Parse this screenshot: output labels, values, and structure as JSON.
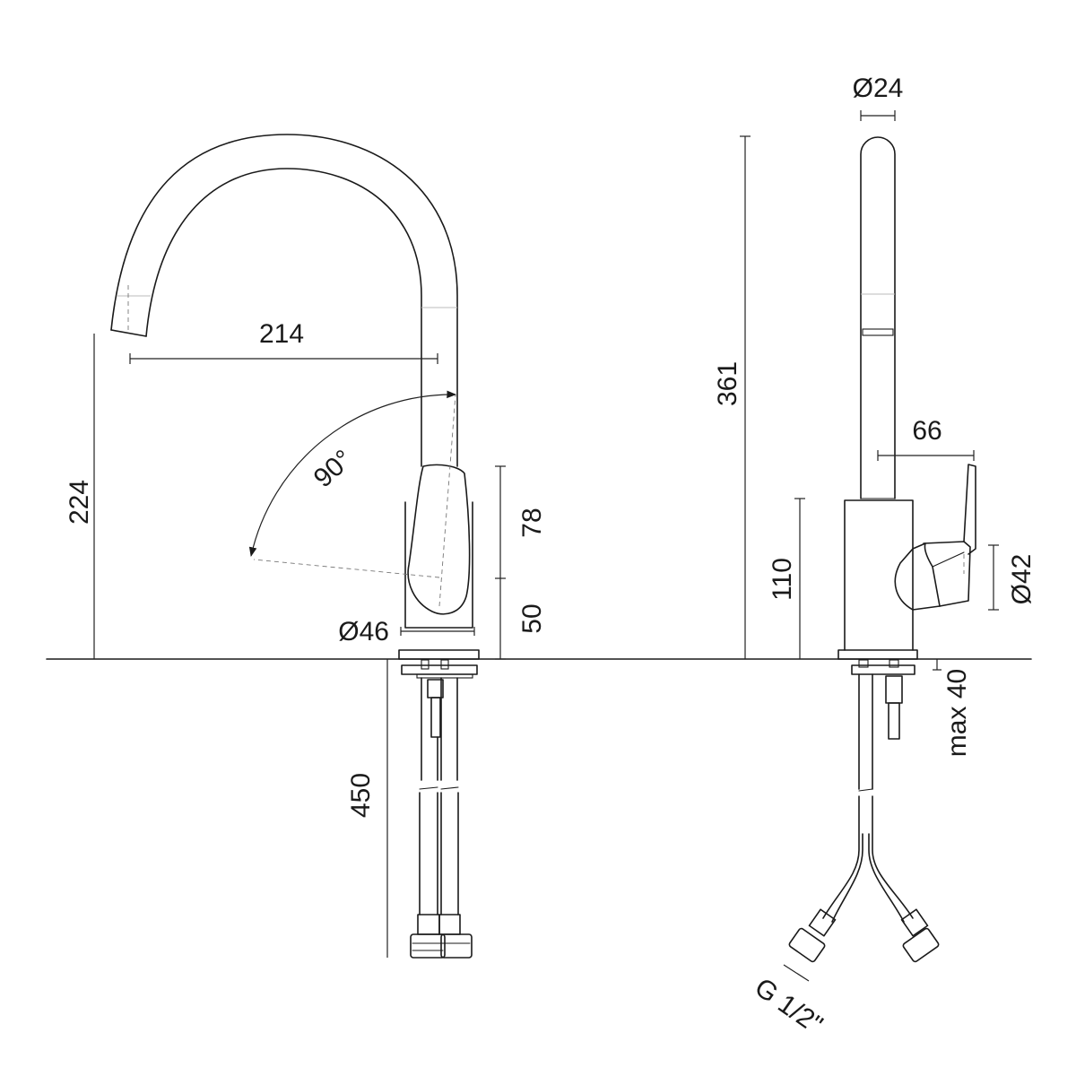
{
  "dimensions": {
    "spout_reach": "214",
    "angle": "90°",
    "spout_height": "224",
    "handle_height": "78",
    "base_height": "50",
    "base_diameter": "Ø46",
    "hose_length": "450",
    "spout_diameter": "Ø24",
    "total_height": "361",
    "lever_reach": "66",
    "body_height": "110",
    "handle_diameter": "Ø42",
    "max_thickness": "max 40",
    "thread": "G 1/2\""
  },
  "colors": {
    "line": "#1a1a1a",
    "background": "#ffffff"
  }
}
